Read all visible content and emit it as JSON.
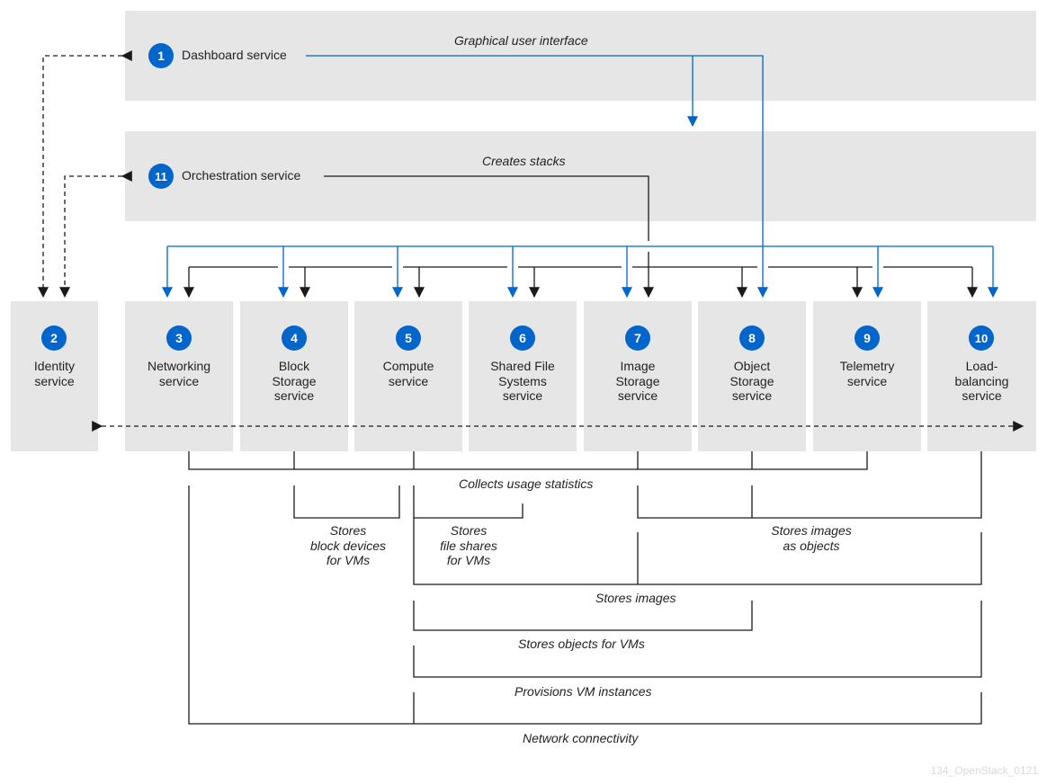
{
  "bands": {
    "dashboard": {
      "number": "1",
      "title": "Dashboard service"
    },
    "orchestration": {
      "number": "11",
      "title": "Orchestration service"
    }
  },
  "services": [
    {
      "number": "2",
      "lines": [
        "Identity",
        "service"
      ]
    },
    {
      "number": "3",
      "lines": [
        "Networking",
        "service"
      ]
    },
    {
      "number": "4",
      "lines": [
        "Block",
        "Storage",
        "service"
      ]
    },
    {
      "number": "5",
      "lines": [
        "Compute",
        "service"
      ]
    },
    {
      "number": "6",
      "lines": [
        "Shared File",
        "Systems",
        "service"
      ]
    },
    {
      "number": "7",
      "lines": [
        "Image",
        "Storage",
        "service"
      ]
    },
    {
      "number": "8",
      "lines": [
        "Object",
        "Storage",
        "service"
      ]
    },
    {
      "number": "9",
      "lines": [
        "Telemetry",
        "service"
      ]
    },
    {
      "number": "10",
      "lines": [
        "Load-",
        "balancing",
        "service"
      ]
    }
  ],
  "labels": {
    "gui": "Graphical user interface",
    "creates_stacks": "Creates stacks",
    "collects_usage": "Collects usage statistics",
    "stores_block": [
      "Stores",
      "block devices",
      "for VMs"
    ],
    "stores_file_shares": [
      "Stores",
      "file shares",
      "for VMs"
    ],
    "stores_images_objects": [
      "Stores images",
      "as objects"
    ],
    "stores_images": "Stores images",
    "stores_objects_vms": "Stores objects for VMs",
    "provisions_vm": "Provisions VM instances",
    "network_connectivity": "Network connectivity"
  },
  "colors": {
    "accent": "#0066cc",
    "line": "#1a1a1a",
    "box": "#e6e6e6"
  },
  "watermark": "134_OpenStack_0121"
}
